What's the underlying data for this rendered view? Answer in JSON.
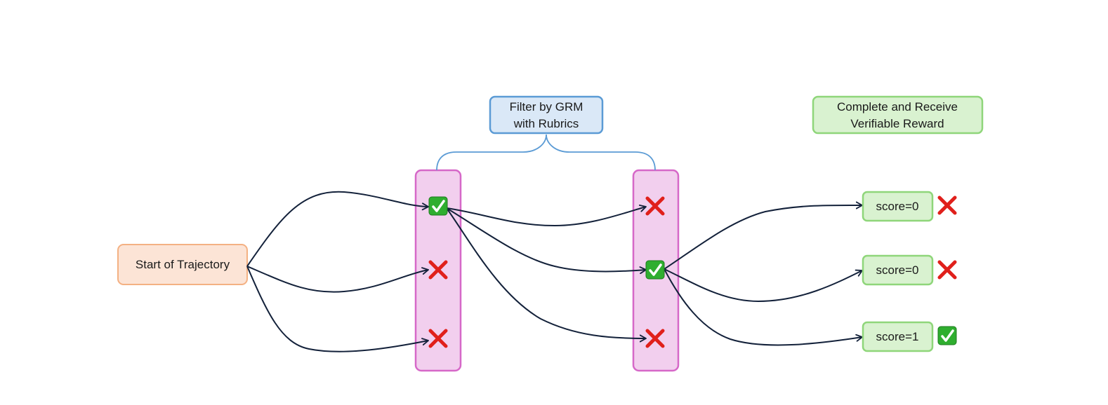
{
  "nodes": {
    "start": {
      "label": "Start of Trajectory"
    },
    "filter": {
      "line1": "Filter by GRM",
      "line2": "with Rubrics"
    },
    "complete": {
      "line1": "Complete and Receive",
      "line2": "Verifiable Reward"
    }
  },
  "scores": [
    {
      "label": "score=0",
      "result": "fail"
    },
    {
      "label": "score=0",
      "result": "fail"
    },
    {
      "label": "score=1",
      "result": "pass"
    }
  ],
  "steps": [
    {
      "marks": [
        "pass",
        "fail",
        "fail"
      ]
    },
    {
      "marks": [
        "fail",
        "pass",
        "fail"
      ]
    }
  ],
  "colors": {
    "start_fill": "#fce4d6",
    "start_stroke": "#f4b183",
    "filter_fill": "#dae8f7",
    "filter_stroke": "#5b9bd5",
    "score_fill": "#d9f2d0",
    "score_stroke": "#8fd67a",
    "column_fill": "#f2cfee",
    "column_stroke": "#d668c8",
    "arrow": "#13213a",
    "pass": "#2fae2f",
    "fail": "#e0201b"
  },
  "icons": {
    "pass": "check-mark-icon",
    "fail": "cross-mark-icon"
  }
}
